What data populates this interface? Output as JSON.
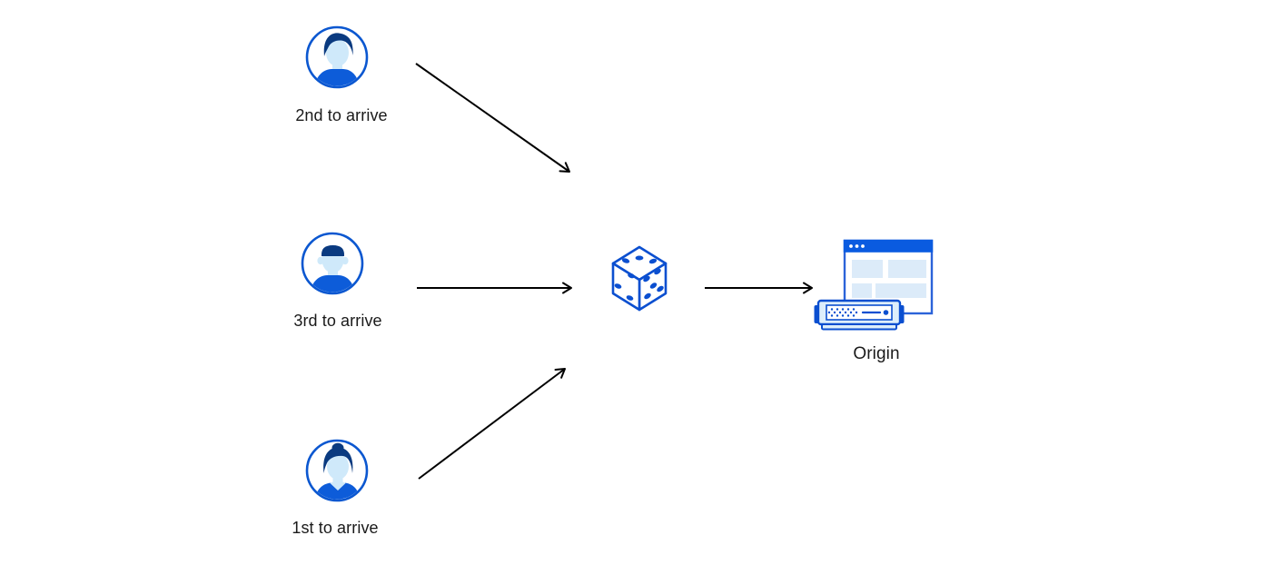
{
  "diagram": {
    "title_implicit": "Random steering to origin",
    "clients": [
      {
        "id": "client-2nd",
        "label": "2nd to arrive",
        "avatar": "person-swept-hair-icon"
      },
      {
        "id": "client-3rd",
        "label": "3rd to arrive",
        "avatar": "person-flat-top-hair-icon"
      },
      {
        "id": "client-1st",
        "label": "1st to arrive",
        "avatar": "person-hair-bun-icon"
      }
    ],
    "selector": {
      "icon": "dice-icon",
      "pips": {
        "top_face": 3,
        "left_face": 3,
        "right_face": 5
      }
    },
    "origin": {
      "label": "Origin",
      "icon": "browser-window-and-server-icon"
    },
    "arrows": [
      {
        "from": "client-2nd",
        "to": "dice",
        "direction": "down-right"
      },
      {
        "from": "client-3rd",
        "to": "dice",
        "direction": "right"
      },
      {
        "from": "client-1st",
        "to": "dice",
        "direction": "up-right"
      },
      {
        "from": "dice",
        "to": "origin",
        "direction": "right"
      }
    ],
    "colors": {
      "primary_blue": "#0b57d0",
      "navy_hair": "#0a3a80",
      "light_blue_skin": "#cfe9fa",
      "shirt_blue": "#0d5cd9",
      "titlebar_blue": "#0a5be0",
      "panel_light_blue": "#dcebf9",
      "arrow_black": "#000000",
      "label_text": "#1a1a1a",
      "background": "#ffffff"
    }
  }
}
